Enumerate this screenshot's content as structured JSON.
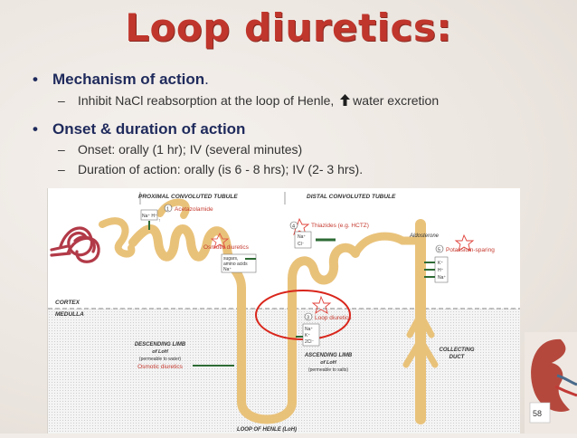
{
  "slide": {
    "title": "Loop diuretics:",
    "page_number": "58"
  },
  "bullets": [
    {
      "heading": "Mechanism of action",
      "heading_suffix": ".",
      "subs": [
        "Inhibit NaCl reabsorption at the loop of Henle,",
        "water excretion"
      ]
    },
    {
      "heading": "Onset & duration of action",
      "subs": [
        "Onset: orally (1 hr); IV (several minutes)",
        "Duration of action: orally (is 6 - 8 hrs); IV  (2- 3 hrs)."
      ]
    }
  ],
  "diagram": {
    "labels": {
      "proximal": "PROXIMAL CONVOLUTED TUBULE",
      "distal": "DISTAL CONVOLUTED TUBULE",
      "cortex": "CORTEX",
      "medulla": "MEDULLA",
      "loh": "LOOP OF HENLE (LoH)",
      "desc_title": "DESCENDING LIMB",
      "desc_of": "of LoH",
      "desc_perm": "(permeable to water)",
      "asc_title": "ASCENDING LIMB",
      "asc_of": "of LoH",
      "asc_perm": "(permeable to salts)",
      "collecting_1": "COLLECTING",
      "collecting_2": "DUCT",
      "aldosterone": "Aldosterone",
      "sugars": "sugars,",
      "amino": "amino acids",
      "na_1": "Na⁺",
      "na_h": "Na⁺ H⁺",
      "nacl_na": "Na⁺",
      "nacl_cl": "Cl⁻",
      "loop_na": "Na⁺",
      "loop_k": "K⁺",
      "loop_cl": "2Cl⁻",
      "cd_k": "K⁺",
      "cd_h": "H⁺",
      "cd_na": "Na⁺"
    },
    "drugs": {
      "d1_num": "1",
      "d1": "Acetazolamide",
      "d2_num": "2",
      "d2": "Osmotic diuretics",
      "d2b": "Osmotic diuretics",
      "d3_num": "3",
      "d3": "Loop diuretics",
      "d4_num": "4",
      "d4": "Thiazides (e.g. HCTZ)",
      "d5_num": "5",
      "d5": "Potassium-sparing"
    },
    "colors": {
      "tubule": "#e9c27a",
      "highlight_circle": "#d9261c",
      "star": "#e0413a",
      "drug_text": "#c53a2f",
      "arrow": "#2e6b35"
    }
  }
}
